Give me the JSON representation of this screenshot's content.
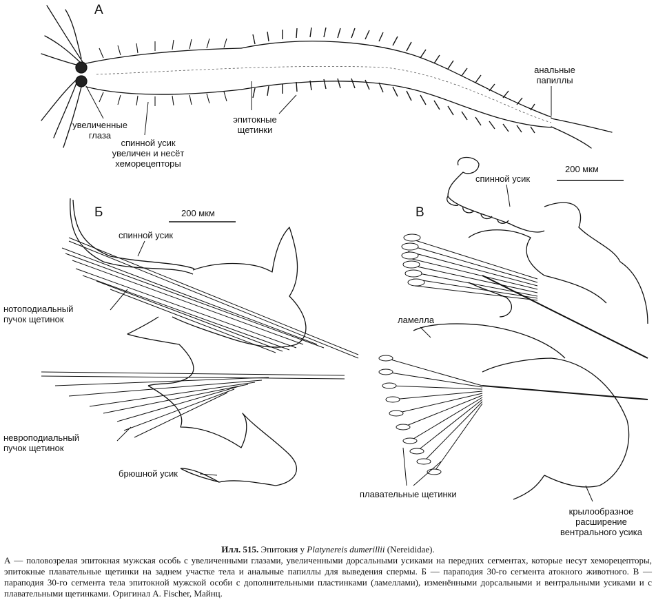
{
  "panels": {
    "a": "А",
    "b": "Б",
    "v": "В"
  },
  "scale_bars": {
    "a": "200 мкм",
    "b": "200 мкм"
  },
  "labels_a": {
    "eyes_1": "увеличенные",
    "eyes_2": "глаза",
    "cirrus_1": "спинной усик",
    "cirrus_2": "увеличен и несёт",
    "cirrus_3": "хеморецепторы",
    "setae_1": "эпитокные",
    "setae_2": "щетинки",
    "anal_1": "анальные",
    "anal_2": "папиллы"
  },
  "labels_b": {
    "dorsal": "спинной усик",
    "noto_1": "нотоподиальный",
    "noto_2": "пучок щетинок",
    "neuro_1": "невроподиальный",
    "neuro_2": "пучок щетинок",
    "ventral": "брюшной усик"
  },
  "labels_v": {
    "dorsal": "спинной усик",
    "lamella": "ламелла",
    "swim": "плавательные щетинки",
    "wing_1": "крылообразное",
    "wing_2": "расширение",
    "wing_3": "вентрального усика"
  },
  "caption": {
    "prefix": "Илл. 515.",
    "title": "Эпитокия у",
    "species": "Platynereis dumerillii",
    "family": "(Nereididae).",
    "body": "А — половозрелая эпитокная мужская особь с увеличенными глазами, увеличенными дорсальными усиками на передних сегментах, которые несут хеморецепторы, эпитокные плавательные щетинки на заднем участке тела и анальные папиллы для выведения спермы. Б — параподия 30-го сегмента атокного животного. В — параподия 30-го сегмента тела эпитокной мужской особи с дополнительными пластинками (ламел­лами), изменёнными дорсальными и вентральными усиками и с плавательными щетинками. Оригинал A. Fischer, Майнц."
  }
}
